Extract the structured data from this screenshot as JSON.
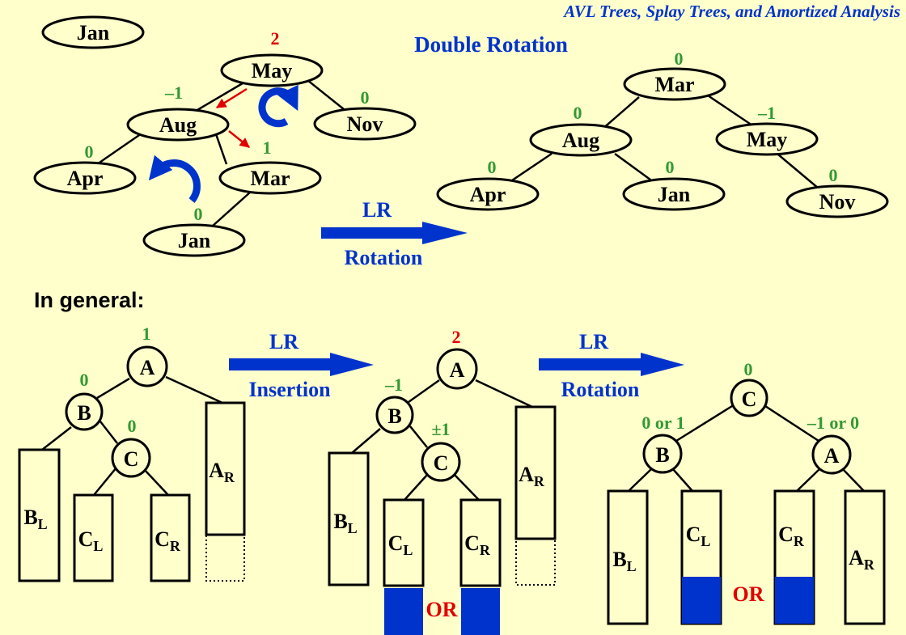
{
  "header_title": "AVL Trees, Splay Trees, and Amortized Analysis",
  "subtitle": "Double Rotation",
  "in_general": "In general:",
  "colors": {
    "background": "#ffffcc",
    "blue": "#0033cc",
    "green": "#339933",
    "red": "#e00000"
  },
  "top_left": {
    "inserted": "Jan",
    "nodes": {
      "may": "May",
      "aug": "Aug",
      "nov": "Nov",
      "apr": "Apr",
      "mar": "Mar",
      "jan": "Jan"
    },
    "bf": {
      "may": "2",
      "aug": "–1",
      "nov": "0",
      "apr": "0",
      "mar": "1",
      "jan": "0"
    }
  },
  "top_arrow": {
    "top": "LR",
    "bottom": "Rotation"
  },
  "top_right": {
    "nodes": {
      "mar": "Mar",
      "aug": "Aug",
      "may": "May",
      "apr": "Apr",
      "jan": "Jan",
      "nov": "Nov"
    },
    "bf": {
      "mar": "0",
      "aug": "0",
      "may": "–1",
      "apr": "0",
      "jan": "0",
      "nov": "0"
    }
  },
  "general_1": {
    "nodes": {
      "a": "A",
      "b": "B",
      "c": "C"
    },
    "bf": {
      "a": "1",
      "b": "0",
      "c": "0"
    },
    "subtrees": {
      "bl": "B",
      "bl_sub": "L",
      "cl": "C",
      "cl_sub": "L",
      "cr": "C",
      "cr_sub": "R",
      "ar": "A",
      "ar_sub": "R"
    }
  },
  "arrow_insertion": {
    "top": "LR",
    "bottom": "Insertion"
  },
  "general_2": {
    "nodes": {
      "a": "A",
      "b": "B",
      "c": "C"
    },
    "bf": {
      "a": "2",
      "b": "–1",
      "c": "±1"
    },
    "subtrees": {
      "bl": "B",
      "bl_sub": "L",
      "cl": "C",
      "cl_sub": "L",
      "cr": "C",
      "cr_sub": "R",
      "ar": "A",
      "ar_sub": "R"
    },
    "or_label": "OR"
  },
  "arrow_rotation": {
    "top": "LR",
    "bottom": "Rotation"
  },
  "general_3": {
    "nodes": {
      "c": "C",
      "b": "B",
      "a": "A"
    },
    "bf": {
      "c": "0",
      "b": "0 or 1",
      "a": "–1 or 0"
    },
    "subtrees": {
      "bl": "B",
      "bl_sub": "L",
      "cl": "C",
      "cl_sub": "L",
      "cr": "C",
      "cr_sub": "R",
      "ar": "A",
      "ar_sub": "R"
    },
    "or_label": "OR"
  }
}
